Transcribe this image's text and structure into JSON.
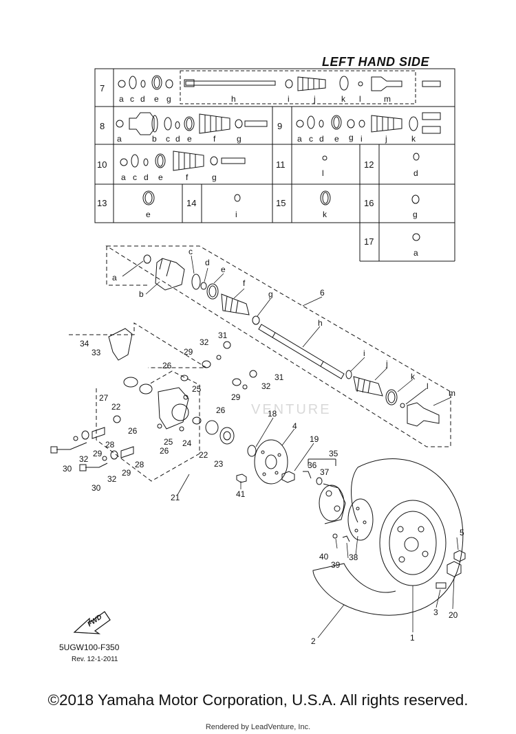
{
  "diagram": {
    "title": "LEFT HAND SIDE",
    "drawing_code": "5UGW100-F350",
    "revision": "Rev.  12-1-2011",
    "fwd_label": "FWD",
    "watermark": "VENTURE",
    "table_rows": [
      {
        "id": "7",
        "letters": [
          "a",
          "c",
          "d",
          "e",
          "g",
          "h",
          "i",
          "j",
          "k",
          "l",
          "m"
        ]
      },
      {
        "id": "8",
        "letters": [
          "a",
          "b",
          "c",
          "d",
          "e",
          "f",
          "g"
        ]
      },
      {
        "id": "9",
        "letters": [
          "a",
          "c",
          "d",
          "e",
          "g",
          "i",
          "j",
          "k"
        ]
      },
      {
        "id": "10",
        "letters": [
          "a",
          "c",
          "d",
          "e",
          "f",
          "g"
        ]
      },
      {
        "id": "11",
        "letters": [
          "l"
        ]
      },
      {
        "id": "12",
        "letters": [
          "d"
        ]
      },
      {
        "id": "13",
        "letters": [
          "e"
        ]
      },
      {
        "id": "14",
        "letters": [
          "i"
        ]
      },
      {
        "id": "15",
        "letters": [
          "k"
        ]
      },
      {
        "id": "16",
        "letters": [
          "g"
        ]
      },
      {
        "id": "17",
        "letters": [
          "a"
        ]
      }
    ],
    "exploded_letters": [
      "a",
      "b",
      "c",
      "d",
      "e",
      "f",
      "g",
      "h",
      "i",
      "j",
      "k",
      "l",
      "m"
    ],
    "callouts": [
      "1",
      "2",
      "3",
      "4",
      "5",
      "6",
      "18",
      "19",
      "20",
      "21",
      "22",
      "22",
      "23",
      "24",
      "25",
      "25",
      "26",
      "26",
      "26",
      "26",
      "27",
      "28",
      "28",
      "29",
      "29",
      "29",
      "29",
      "30",
      "30",
      "31",
      "31",
      "32",
      "32",
      "32",
      "32",
      "33",
      "34",
      "35",
      "36",
      "37",
      "38",
      "39",
      "40",
      "41"
    ]
  },
  "footer": {
    "copyright": "©2018 Yamaha Motor Corporation, U.S.A. All rights reserved.",
    "rendered_by": "Rendered by LeadVenture, Inc."
  }
}
